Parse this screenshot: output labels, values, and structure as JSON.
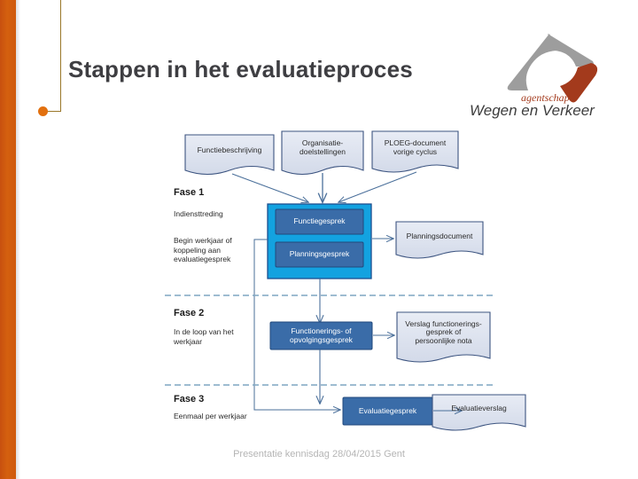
{
  "slide": {
    "title": "Stappen in het evaluatieproces",
    "footer": "Presentatie kennisdag 28/04/2015 Gent",
    "accent_orange": "#cf5a0d",
    "accent_rule": "#9a7729",
    "title_color": "#3e3e42"
  },
  "logo": {
    "organisation_small": "agentschap",
    "organisation_name": "Wegen en Verkeer",
    "mark_grey": "#9d9d9d",
    "mark_red": "#a33a1c",
    "text_color": "#3d3d3d"
  },
  "diagram": {
    "inputs": [
      {
        "id": "functiebeschrijving",
        "label": "Functiebeschrijving"
      },
      {
        "id": "organisatiedoelstellingen",
        "label": "Organisatie-\ndoelstellingen"
      },
      {
        "id": "ploeg-document",
        "label": "PLOEG-document\nvorige cyclus"
      }
    ],
    "phases": [
      {
        "id": "fase-1",
        "title": "Fase 1",
        "notes": [
          "Indiensttreding",
          "Begin werkjaar of koppeling aan evaluatiegesprek"
        ],
        "process": [
          "Functiegesprek",
          "Planningsgesprek"
        ],
        "outputs": [
          "Planningsdocument"
        ]
      },
      {
        "id": "fase-2",
        "title": "Fase 2",
        "notes": [
          "In de loop van het werkjaar"
        ],
        "process": [
          "Functionerings- of opvolgingsgesprek"
        ],
        "outputs": [
          "Verslag functionerings-\ngesprek of\npersoonlijke nota"
        ]
      },
      {
        "id": "fase-3",
        "title": "Fase 3",
        "notes": [
          "Eenmaal per werkjaar"
        ],
        "process": [
          "Evaluatiegesprek"
        ],
        "outputs": [
          "Evaluatieverslag"
        ]
      }
    ],
    "colors": {
      "document_fill": "#dde3ee",
      "document_stroke": "#3c5480",
      "group_fill": "#13a2e0",
      "group_stroke": "#1c4f8f",
      "inner_box_fill": "#3a6ca8",
      "inner_box_stroke": "#21497c",
      "connector": "#4a6f9a",
      "dash_separator": "#7ea6c2"
    }
  }
}
